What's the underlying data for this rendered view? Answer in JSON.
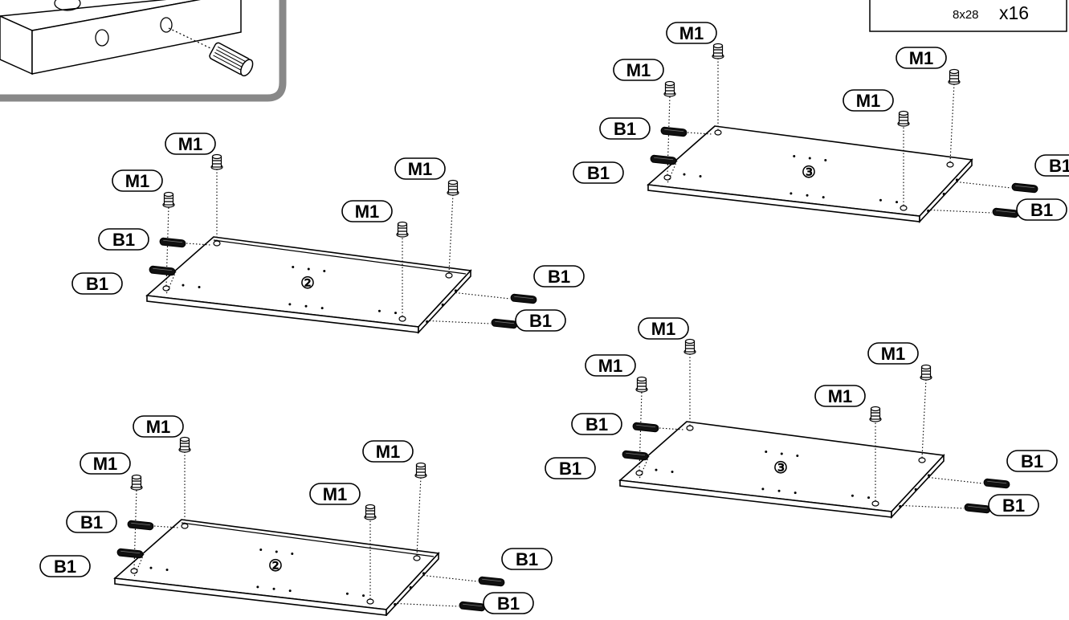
{
  "parts_box": {
    "size": "8x28",
    "qty": "x16"
  },
  "labels": {
    "cam": "M1",
    "dowel": "B1"
  },
  "panels": [
    {
      "number": "②"
    },
    {
      "number": "③"
    },
    {
      "number": "②"
    },
    {
      "number": "③"
    }
  ]
}
